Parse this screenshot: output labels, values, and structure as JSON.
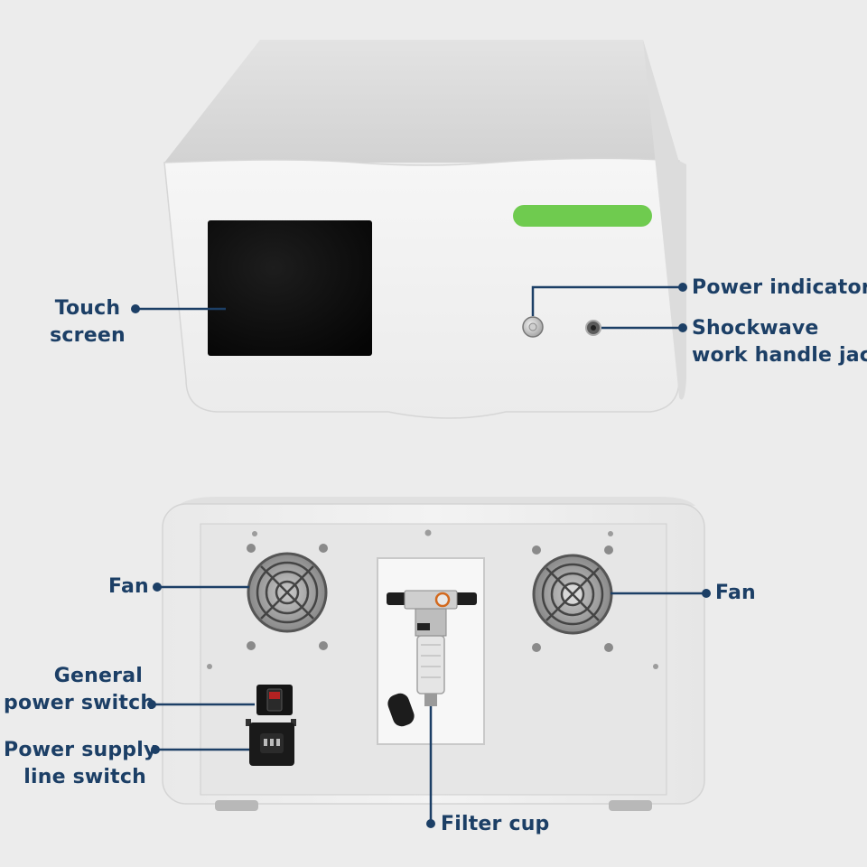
{
  "colors": {
    "callout": "#1c3f66",
    "indicator": "#6fcb4f",
    "background": "#ececec"
  },
  "labels": {
    "touch_screen": [
      "Touch",
      "screen"
    ],
    "power_indicator": "Power indicator",
    "shockwave_jack": [
      "Shockwave",
      "work handle jack"
    ],
    "fan_left": "Fan",
    "fan_right": "Fan",
    "general_power_switch": [
      "General",
      "power switch"
    ],
    "power_supply_line_switch": [
      "Power supply",
      "line switch"
    ],
    "filter_cup": "Filter cup"
  }
}
